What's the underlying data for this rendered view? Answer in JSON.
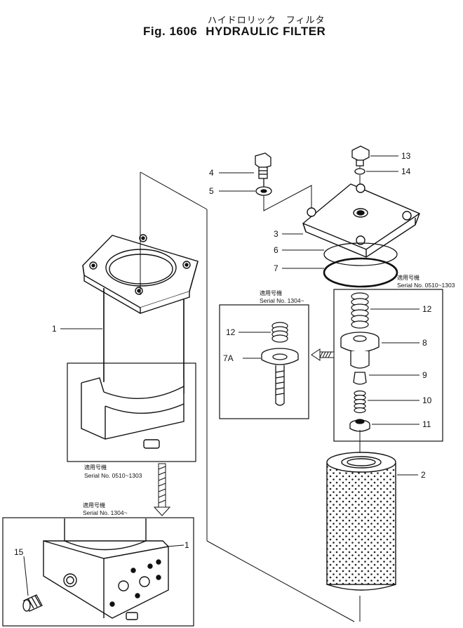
{
  "title": {
    "japanese": "ハイドロリック　フィルタ",
    "fig_label": "Fig. 1606",
    "name": "HYDRAULIC FILTER"
  },
  "callouts": {
    "c1": "1",
    "c1b": "1",
    "c2": "2",
    "c3": "3",
    "c4": "4",
    "c5": "5",
    "c6": "6",
    "c7": "7",
    "c7a": "7A",
    "c8": "8",
    "c9": "9",
    "c10": "10",
    "c11": "11",
    "c12": "12",
    "c12b": "12",
    "c13": "13",
    "c14": "14",
    "c15": "15"
  },
  "notes": {
    "applicable_jp": "適用号機",
    "serial_0510_1303_top": "Serial No. 0510~1303",
    "serial_1304_inset": "Serial No. 1304~",
    "serial_0510_1303_bottom": "Serial No. 0510~1303",
    "serial_1304_bottom": "Serial No. 1304~"
  }
}
